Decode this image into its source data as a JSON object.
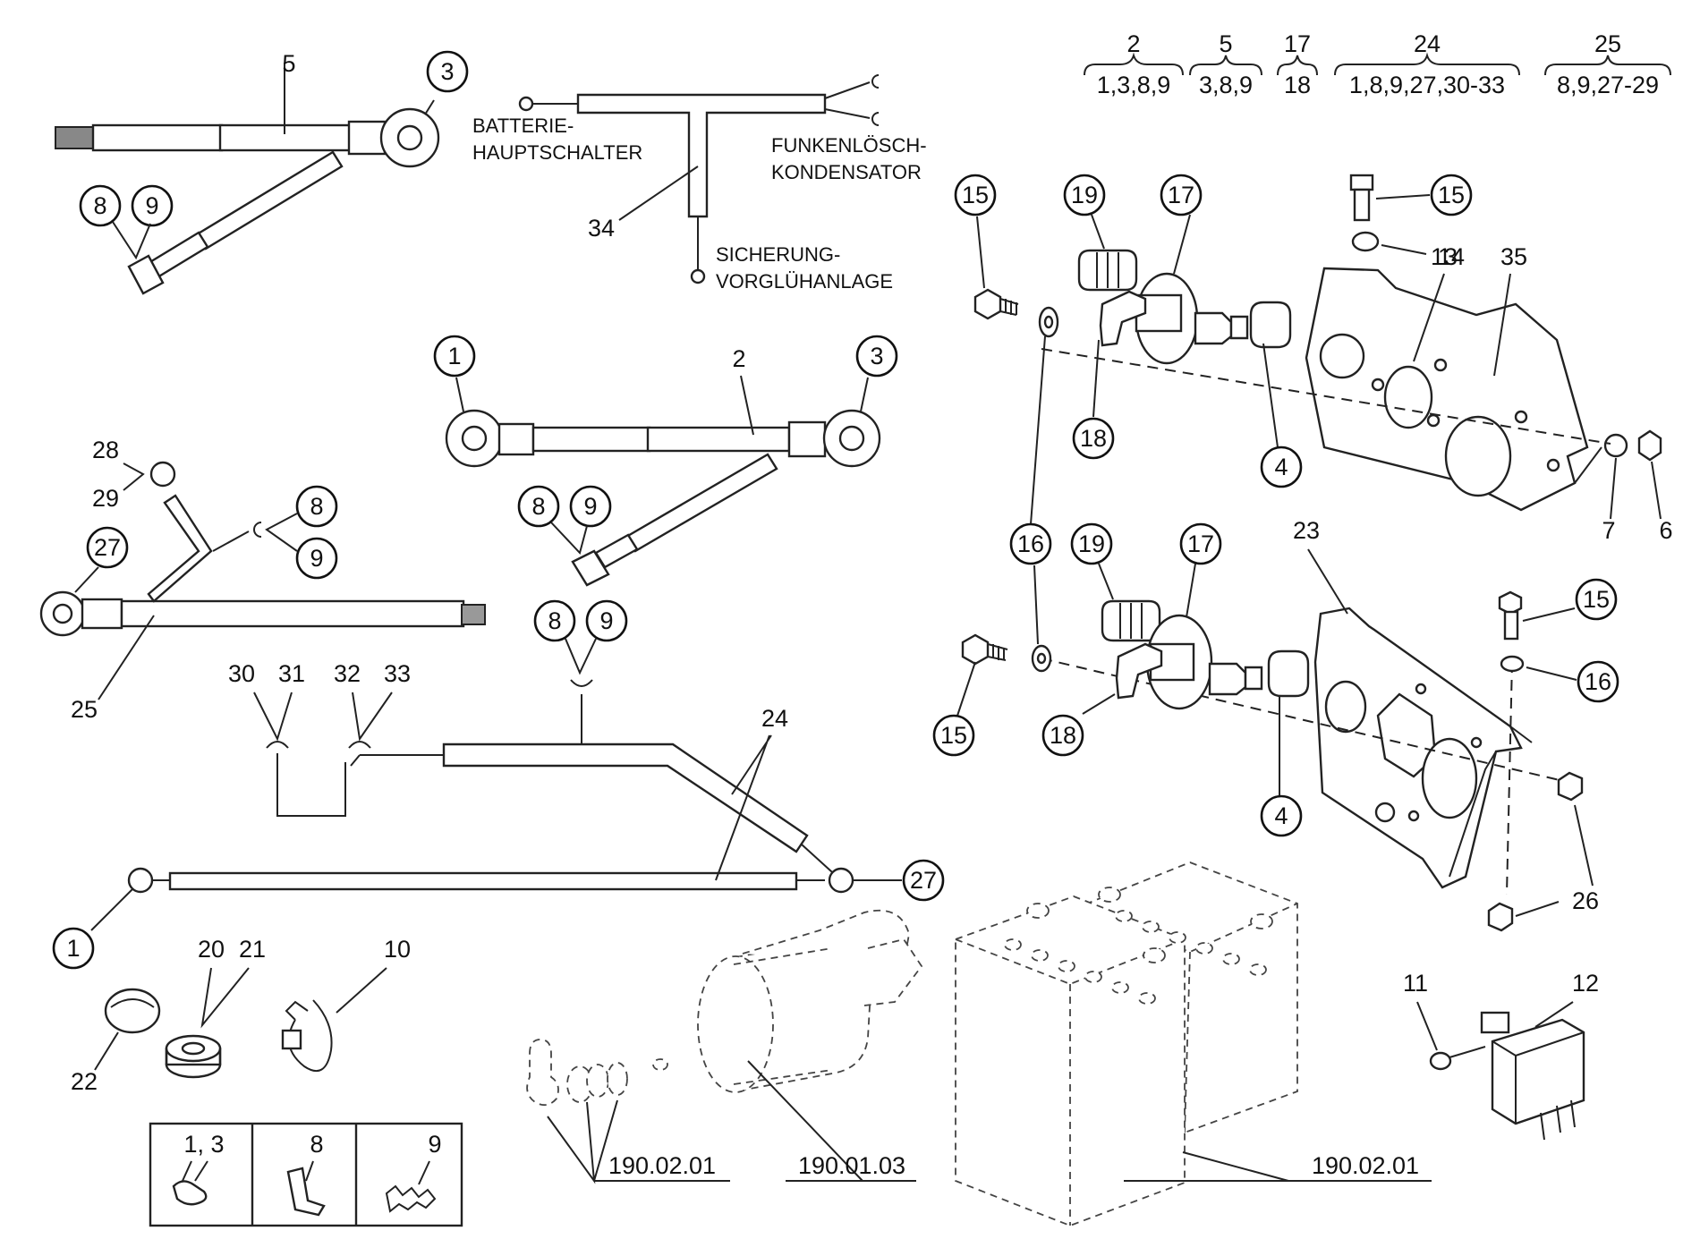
{
  "groups": [
    {
      "top": "2",
      "bottom": "1,3,8,9"
    },
    {
      "top": "5",
      "bottom": "3,8,9"
    },
    {
      "top": "17",
      "bottom": "18"
    },
    {
      "top": "24",
      "bottom": "1,8,9,27,30-33"
    },
    {
      "top": "25",
      "bottom": "8,9,27-29"
    }
  ],
  "labels": {
    "batterie": "BATTERIE-",
    "hauptschalter": "HAUPTSCHALTER",
    "funkenloesch": "FUNKENLÖSCH-",
    "kondensator": "KONDENSATOR",
    "sicherung": "SICHERUNG-",
    "vorgluehanlage": "VORGLÜHANLAGE",
    "ref_starter": "190.01.03",
    "ref_battery": "190.02.01",
    "ref_terminals": "190.02.01"
  },
  "callouts": {
    "c1a": "1",
    "c1b": "1",
    "c3a": "3",
    "c3b": "3",
    "c4a": "4",
    "c4b": "4",
    "c8a": "8",
    "c9a": "9",
    "c8b": "8",
    "c9b": "9",
    "c8c": "8",
    "c9c": "9",
    "c8d": "8",
    "c9d": "9",
    "c15a": "15",
    "c15b": "15",
    "c15c": "15",
    "c15d": "15",
    "c16a": "16",
    "c16b": "16",
    "c17a": "17",
    "c17b": "17",
    "c18a": "18",
    "c18b": "18",
    "c19a": "19",
    "c19b": "19",
    "c27a": "27",
    "c27b": "27"
  },
  "numbers": {
    "n2": "2",
    "n5": "5",
    "n6": "6",
    "n7": "7",
    "n10": "10",
    "n11": "11",
    "n12": "12",
    "n13": "13",
    "n14": "14",
    "n20": "20",
    "n21": "21",
    "n22": "22",
    "n23": "23",
    "n24": "24",
    "n25": "25",
    "n26": "26",
    "n28": "28",
    "n29": "29",
    "n30": "30",
    "n31": "31",
    "n32": "32",
    "n33": "33",
    "n34": "34",
    "n35": "35",
    "box13": "1, 3",
    "box8": "8",
    "box9": "9"
  }
}
